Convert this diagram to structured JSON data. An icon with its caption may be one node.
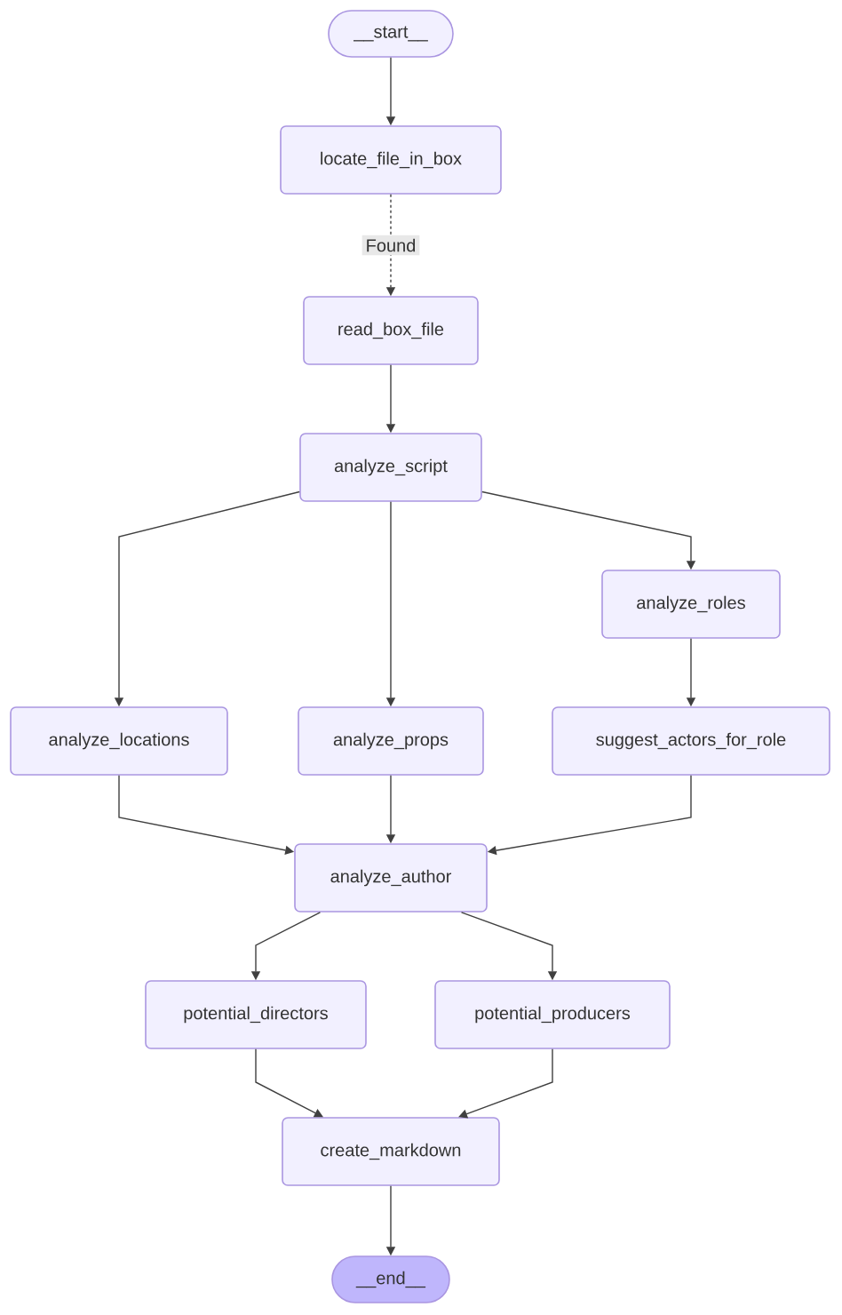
{
  "diagram": {
    "nodes": [
      {
        "text": [
          "__start__"
        ]
      },
      {
        "text": [
          "locate_file_in_box"
        ]
      },
      {
        "text": [
          "read_box_file"
        ]
      },
      {
        "text": [
          "analyze_script"
        ]
      },
      {
        "text": [
          "analyze_roles"
        ]
      },
      {
        "text": [
          "analyze_locations"
        ]
      },
      {
        "text": [
          "analyze_props"
        ]
      },
      {
        "text": [
          "suggest_actors_for_role"
        ]
      },
      {
        "text": [
          "analyze_author"
        ]
      },
      {
        "text": [
          "potential_directors"
        ]
      },
      {
        "text": [
          "potential_producers"
        ]
      },
      {
        "text": [
          "create_markdown"
        ]
      },
      {
        "text": [
          "__end__"
        ]
      }
    ],
    "edges": [
      {
        "from": 0,
        "to": 1,
        "arrow": "to"
      },
      {
        "from": 1,
        "to": 2,
        "arrow": "to",
        "label": "Found",
        "style": "dashed"
      },
      {
        "from": 2,
        "to": 3,
        "arrow": "to"
      },
      {
        "from": 3,
        "to": 5,
        "arrow": "to"
      },
      {
        "from": 3,
        "to": 6,
        "arrow": "to"
      },
      {
        "from": 3,
        "to": 4,
        "arrow": "to"
      },
      {
        "from": 4,
        "to": 7,
        "arrow": "to"
      },
      {
        "from": 5,
        "to": 8,
        "arrow": "to"
      },
      {
        "from": 6,
        "to": 8,
        "arrow": "to"
      },
      {
        "from": 7,
        "to": 8,
        "arrow": "to"
      },
      {
        "from": 8,
        "to": 9,
        "arrow": "to"
      },
      {
        "from": 8,
        "to": 10,
        "arrow": "to"
      },
      {
        "from": 9,
        "to": 11,
        "arrow": "to"
      },
      {
        "from": 10,
        "to": 11,
        "arrow": "to"
      },
      {
        "from": 11,
        "to": 12,
        "arrow": "to"
      }
    ]
  }
}
